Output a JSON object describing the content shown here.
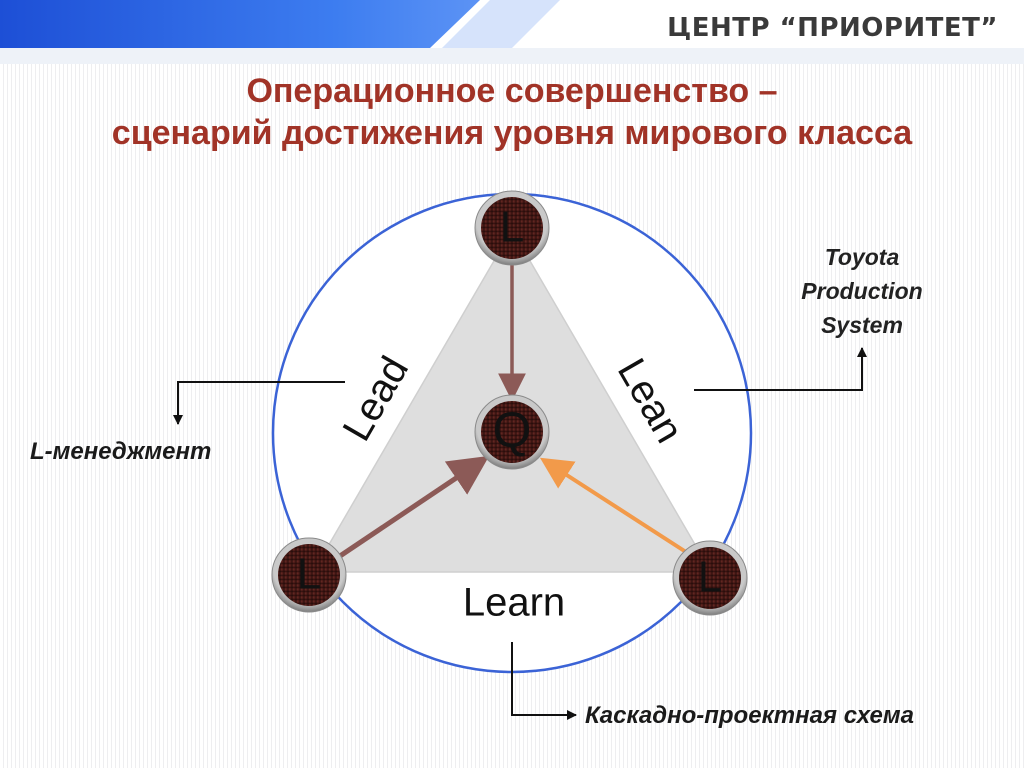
{
  "logo": {
    "text": "ЦЕНТР “ПРИОРИТЕТ”"
  },
  "title": {
    "line1": "Операционное совершенство –",
    "line2": "сценарий достижения уровня мирового класса"
  },
  "diagram": {
    "nodes": {
      "top": "L",
      "center": "Q",
      "left": "L",
      "right": "L"
    },
    "edges": {
      "lead": "Lead",
      "lean": "Lean",
      "learn": "Learn"
    },
    "callouts": {
      "tps": [
        "Toyota",
        "Production",
        "System"
      ],
      "l_management": "L-менеджмент",
      "cascade": "Каскадно-проектная схема"
    },
    "colors": {
      "title": "#a13327",
      "circle": "#3b63d6",
      "node_fill": "#3d1512",
      "arrow_brown": "#8c5a57",
      "arrow_orange": "#f29a4a",
      "triangle": "#dedede"
    }
  }
}
